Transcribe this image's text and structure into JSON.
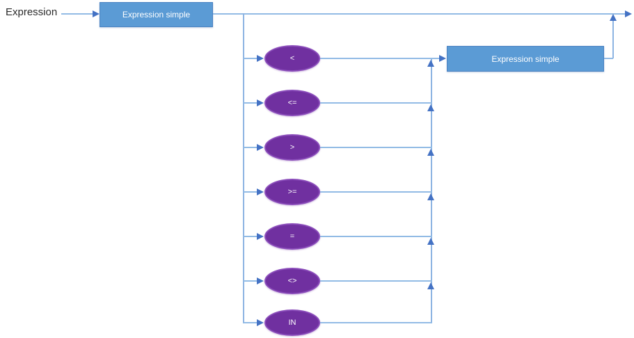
{
  "diagram": {
    "heading": "Expression",
    "start_node": {
      "label": "Expression simple"
    },
    "end_node": {
      "label": "Expression simple"
    },
    "operators": [
      "<",
      "<=",
      ">",
      ">=",
      "=",
      "<>",
      "IN"
    ],
    "colors": {
      "connector_line": "#92bbe5",
      "arrowhead": "#4472c4",
      "node_fill": "#5b9bd5",
      "node_border": "#4a82c2",
      "operator_fill": "#7030a0",
      "operator_border": "#8a4cba",
      "node_text": "#ffffff",
      "heading_text": "#2b2b2b"
    }
  }
}
